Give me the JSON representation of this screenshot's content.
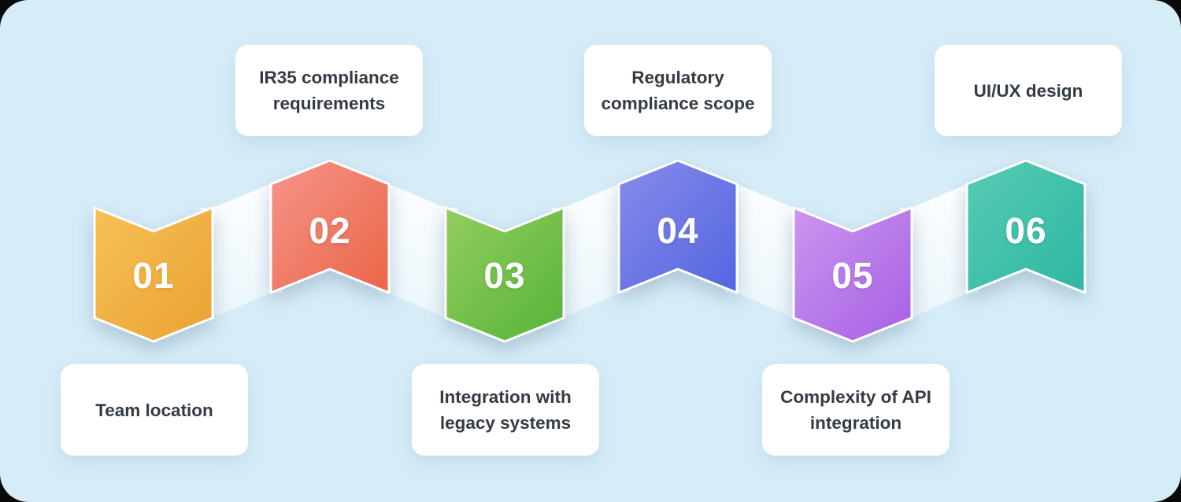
{
  "page": {
    "outside_color": "#0A0A0B",
    "canvas_color": "#D6EDF8",
    "ribbon_color": "#FFFFFF",
    "label_text_color": "#333B44",
    "number_text_color": "#FFFFFF"
  },
  "diagram": {
    "type": "zigzag-process-timeline",
    "steps": [
      {
        "number": "01",
        "label": "Team location",
        "label_position": "below",
        "chevron": "down",
        "color_from": "#F6C155",
        "color_to": "#EBA133"
      },
      {
        "number": "02",
        "label": "IR35 compliance requirements",
        "label_position": "above",
        "chevron": "up",
        "color_from": "#F5958B",
        "color_to": "#EB6546"
      },
      {
        "number": "03",
        "label": "Integration with legacy systems",
        "label_position": "below",
        "chevron": "down",
        "color_from": "#93CD5E",
        "color_to": "#55B438"
      },
      {
        "number": "04",
        "label": "Regulatory compliance scope",
        "label_position": "above",
        "chevron": "up",
        "color_from": "#878CEA",
        "color_to": "#5465E1"
      },
      {
        "number": "05",
        "label": "Complexity of API integration",
        "label_position": "below",
        "chevron": "down",
        "color_from": "#CC95EF",
        "color_to": "#A660E4"
      },
      {
        "number": "06",
        "label": "UI/UX design",
        "label_position": "above",
        "chevron": "up",
        "color_from": "#58CBB3",
        "color_to": "#2EB7A3"
      }
    ]
  }
}
